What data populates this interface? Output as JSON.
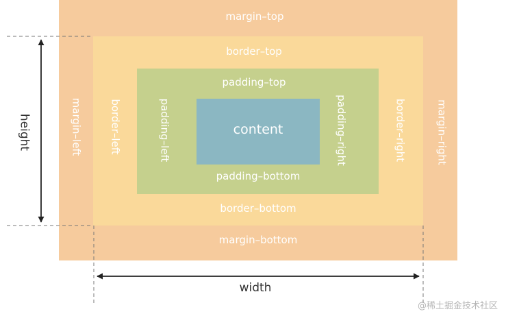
{
  "colors": {
    "margin": "#f6cb9d",
    "border": "#fad99a",
    "padding": "#c5d08d",
    "content": "#8bb7c2",
    "label_text": "#ffffff",
    "dimension_text": "#333333",
    "arrow": "#222222",
    "guide": "#777777",
    "watermark": "#b5b5b5"
  },
  "labels": {
    "margin_top": "margin–top",
    "margin_bottom": "margin–bottom",
    "margin_left": "margin–left",
    "margin_right": "margin–right",
    "border_top": "border–top",
    "border_bottom": "border–bottom",
    "border_left": "border–left",
    "border_right": "border–right",
    "padding_top": "padding–top",
    "padding_bottom": "padding–bottom",
    "padding_left": "padding–left",
    "padding_right": "padding–right",
    "content": "content"
  },
  "dimensions": {
    "height": "height",
    "width": "width"
  },
  "watermark": "@稀土掘金技术社区"
}
